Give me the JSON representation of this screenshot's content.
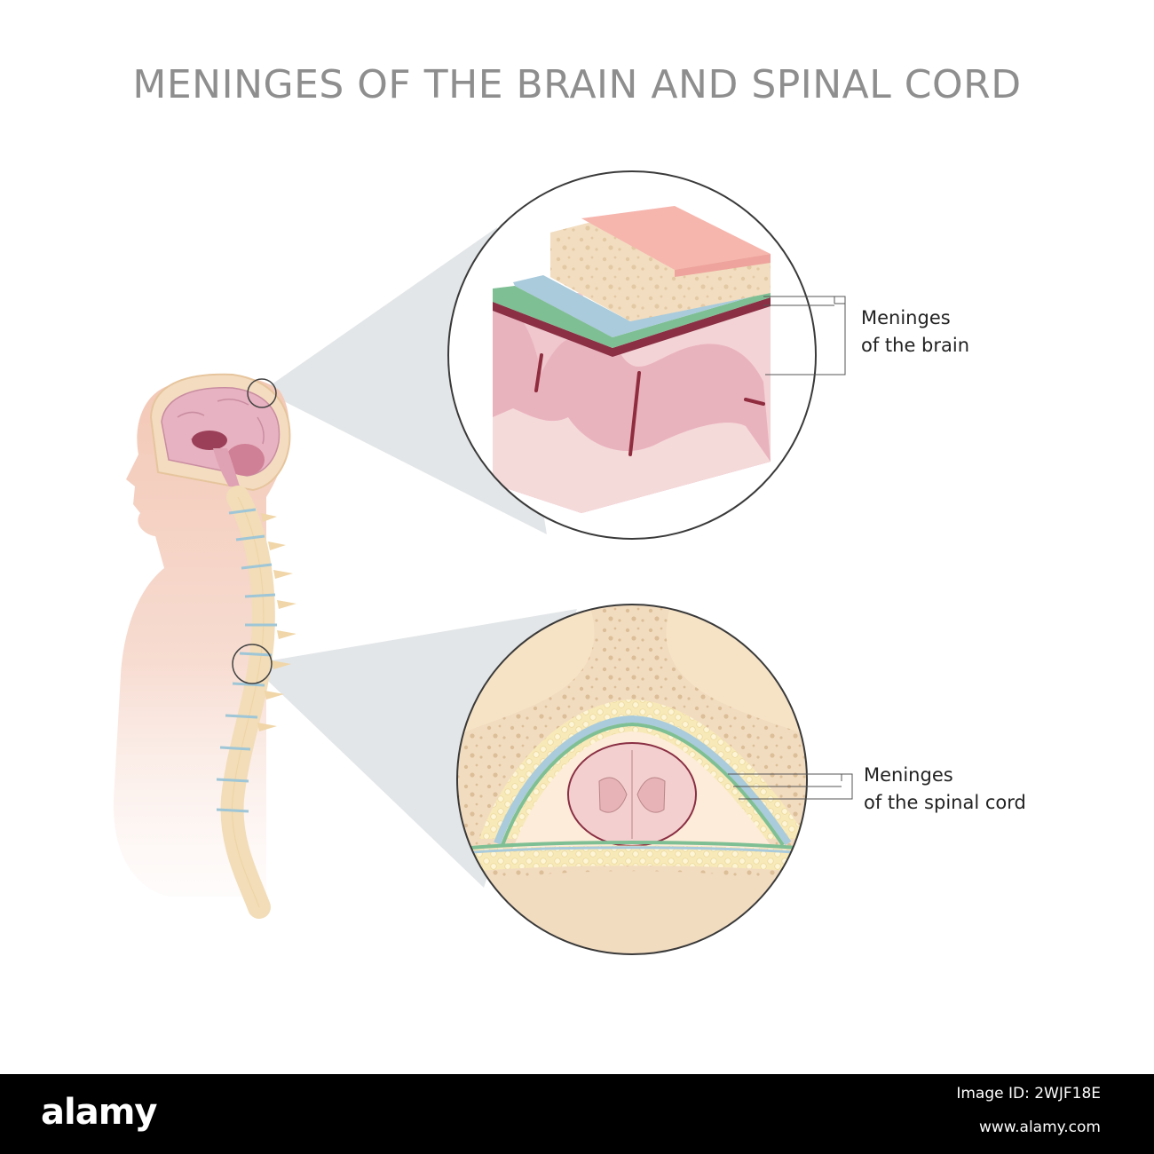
{
  "title": "MENINGES OF THE BRAIN AND SPINAL CORD",
  "labels": {
    "brain": {
      "line1": "Meninges",
      "line2": "of the brain"
    },
    "spinal_cord": {
      "line1": "Meninges",
      "line2": "of the spinal cord"
    }
  },
  "footer": {
    "logo": "alamy",
    "image_id": "Image ID: 2WJF18E",
    "url": "www.alamy.com"
  },
  "colors": {
    "title": "#8e8e8e",
    "skin": "#f2c9b8",
    "bone": "#f3dfbf",
    "brain": "#e9b6c4",
    "dura": "#a9cbdc",
    "arachnoid": "#7fbf94",
    "scalp": "#f6b6ae",
    "zoom_wedge": "#e3e6e8"
  }
}
